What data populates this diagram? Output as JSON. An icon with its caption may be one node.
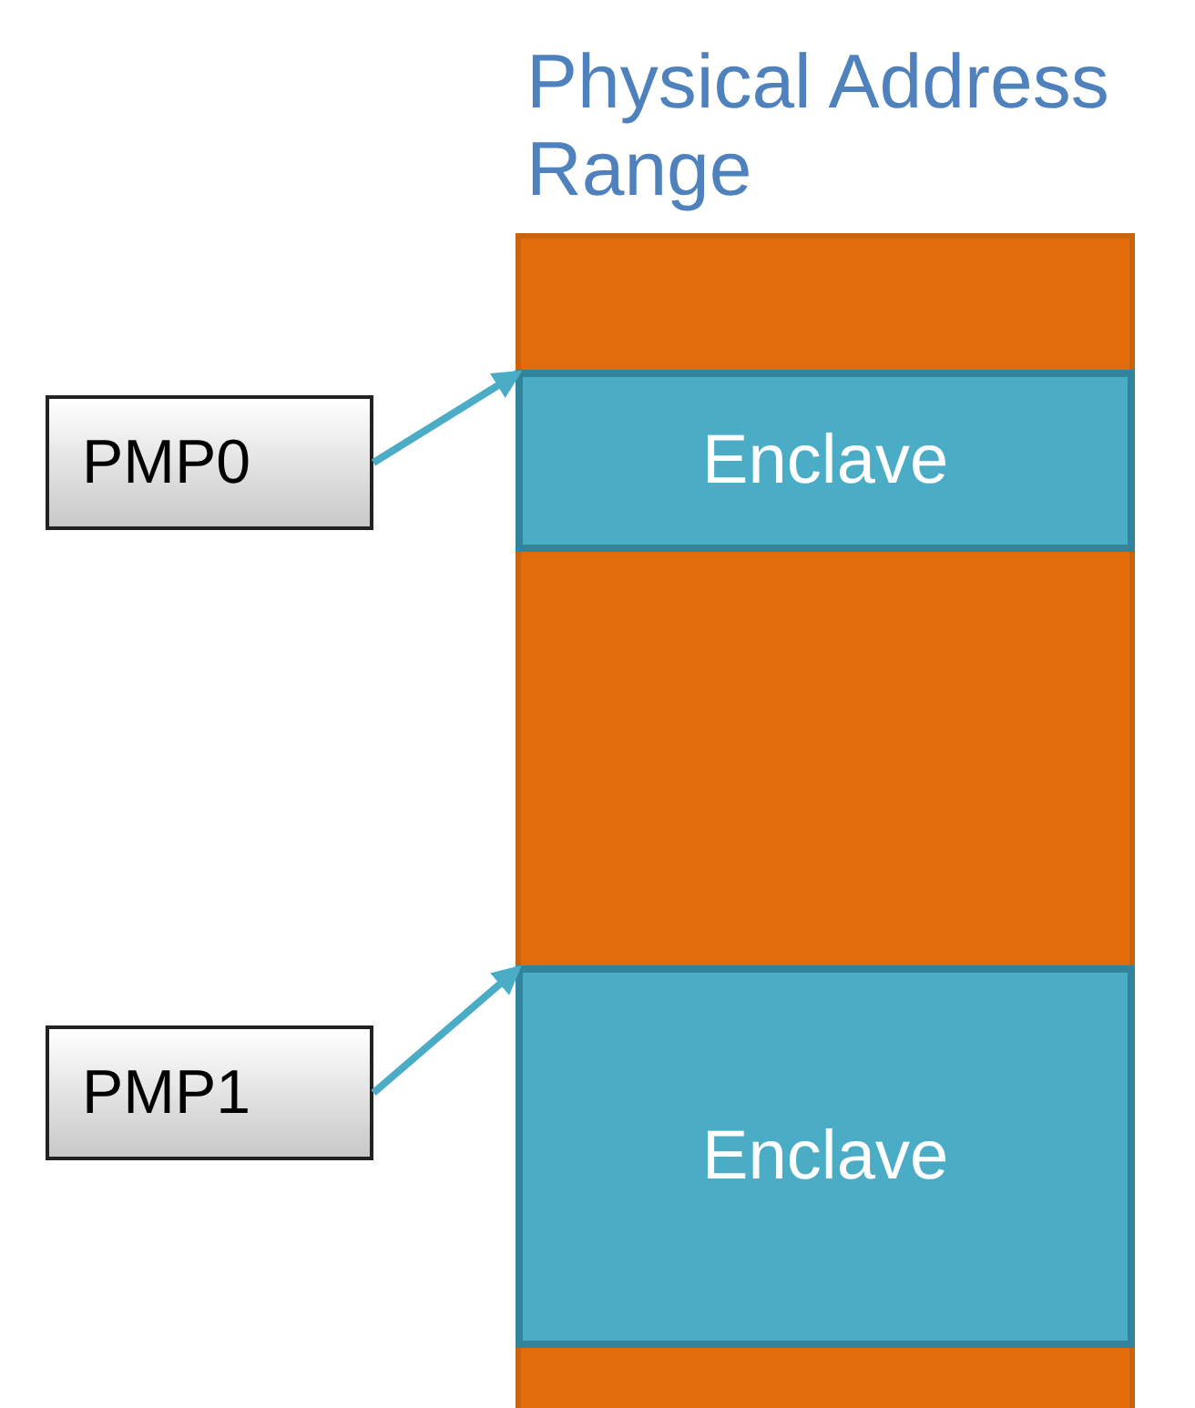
{
  "diagram": {
    "nodes": [
      {
        "text": [
          "Physical Address Range"
        ]
      },
      {
        "text": [
          "PMP0"
        ]
      },
      {
        "text": [
          "Enclave"
        ],
        "in": 0
      },
      {
        "text": [
          "PMP1"
        ]
      },
      {
        "text": [
          "Enclave"
        ],
        "in": 0
      }
    ],
    "edges": [
      {
        "from": 1,
        "to": 2,
        "arrow": "to"
      },
      {
        "from": 3,
        "to": 4,
        "arrow": "to"
      }
    ]
  }
}
